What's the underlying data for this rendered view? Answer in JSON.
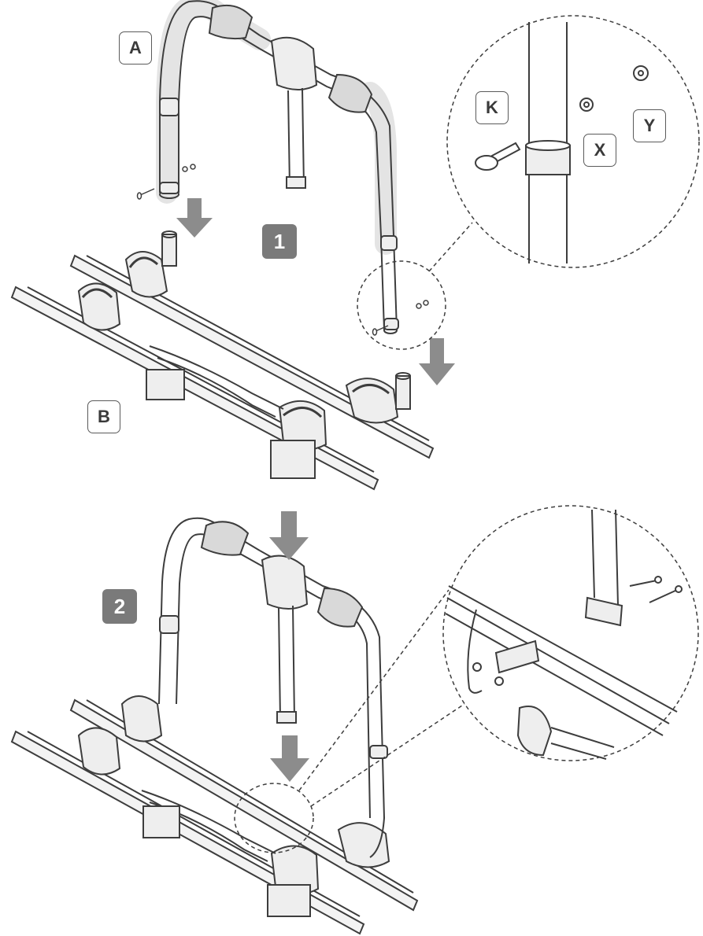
{
  "colors": {
    "step_badge": "#7a7a7a",
    "outline": "#3d3d3d",
    "metal": "#eeeeee",
    "grip": "#d9d9d9",
    "arrow": "#8c8c8c"
  },
  "steps": [
    {
      "number": "1"
    },
    {
      "number": "2"
    }
  ],
  "part_labels": {
    "frame": "A",
    "carrier": "B",
    "bolt": "K",
    "washer": "X",
    "nut": "Y"
  },
  "icons": [
    "down-arrow-icon",
    "dashed-callout-icon"
  ]
}
